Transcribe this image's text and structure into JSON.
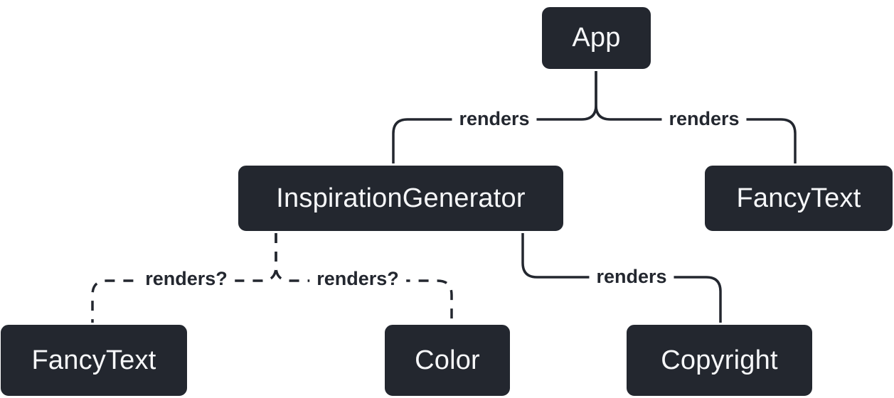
{
  "diagram": {
    "title": "React render tree diagram",
    "background_color": "#ffffff",
    "node_fill_color": "#23272f",
    "node_text_color": "#f6f7f9",
    "edge_color": "#23272f",
    "nodes": [
      {
        "id": "app",
        "label": "App"
      },
      {
        "id": "inspiration-generator",
        "label": "InspirationGenerator"
      },
      {
        "id": "fancy-text-top",
        "label": "FancyText"
      },
      {
        "id": "fancy-text-bottom",
        "label": "FancyText"
      },
      {
        "id": "color",
        "label": "Color"
      },
      {
        "id": "copyright",
        "label": "Copyright"
      }
    ],
    "edges": [
      {
        "from": "App",
        "to": "InspirationGenerator",
        "label": "renders",
        "style": "solid"
      },
      {
        "from": "App",
        "to": "FancyText",
        "label": "renders",
        "style": "solid"
      },
      {
        "from": "InspirationGenerator",
        "to": "FancyText",
        "label": "renders?",
        "style": "dashed"
      },
      {
        "from": "InspirationGenerator",
        "to": "Color",
        "label": "renders?",
        "style": "dashed"
      },
      {
        "from": "InspirationGenerator",
        "to": "Copyright",
        "label": "renders",
        "style": "solid"
      }
    ]
  }
}
